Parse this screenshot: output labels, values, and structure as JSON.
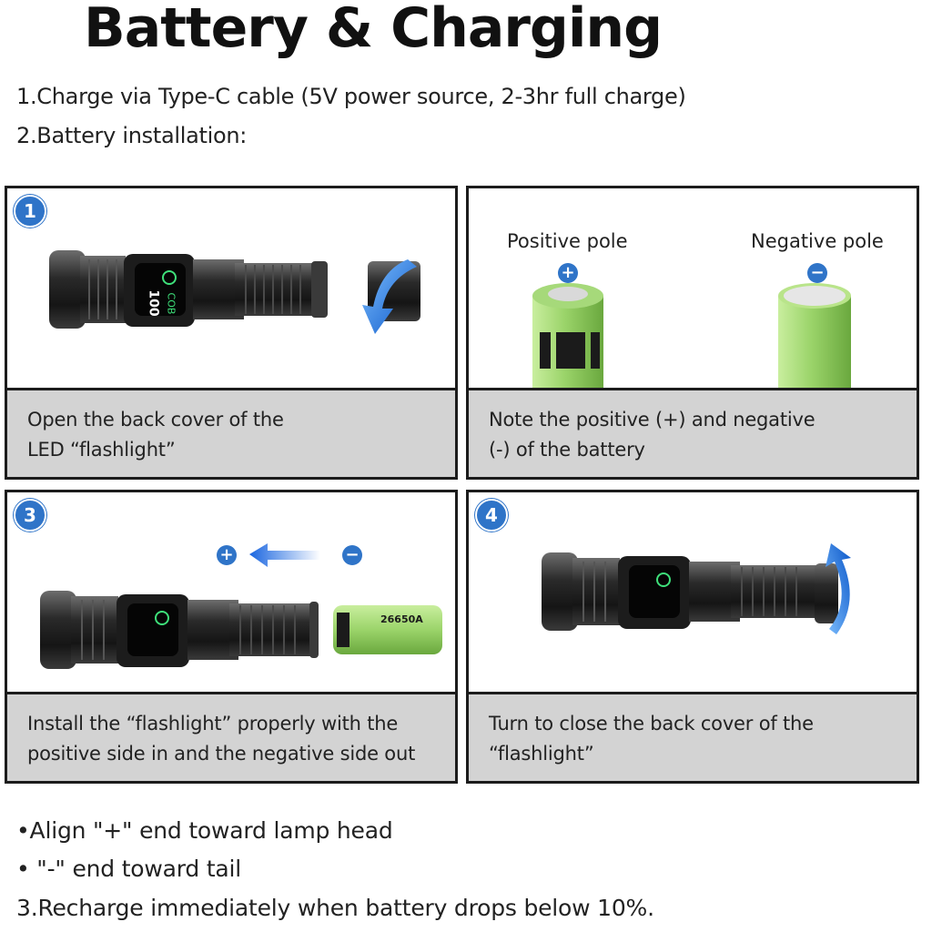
{
  "title": "Battery & Charging",
  "intro": {
    "line1": "1.Charge via Type-C cable (5V power source, 2-3hr full charge)",
    "line2": "2.Battery installation:"
  },
  "steps": [
    {
      "badge": "1",
      "caption_line1": "Open the back cover of the",
      "caption_line2": "LED “flashlight”"
    },
    {
      "badge": "",
      "positive_label": "Positive pole",
      "negative_label": "Negative pole",
      "positive_sign": "+",
      "negative_sign": "−",
      "caption_line1": "Note the positive (+) and negative",
      "caption_line2": "(-) of the battery"
    },
    {
      "badge": "3",
      "plus_sign": "+",
      "minus_sign": "−",
      "battery_label": "26650A",
      "caption_line1": "Install the “flashlight” properly with the",
      "caption_line2": "positive side in and the negative side out"
    },
    {
      "badge": "4",
      "caption_line1": "Turn to close the back cover of the",
      "caption_line2": "“flashlight”"
    }
  ],
  "flashlight_display": {
    "reading": "100",
    "mode": "COB"
  },
  "notes": {
    "bullet1": "•Align \"+\" end toward lamp head",
    "bullet2": "• \"-\" end toward tail",
    "line3": "3.Recharge immediately when battery drops below 10%."
  },
  "colors": {
    "accent_blue": "#2f74c8",
    "caption_bg": "#d3d3d3",
    "battery_green": "#9bd46a",
    "display_green": "#3ee07a"
  }
}
